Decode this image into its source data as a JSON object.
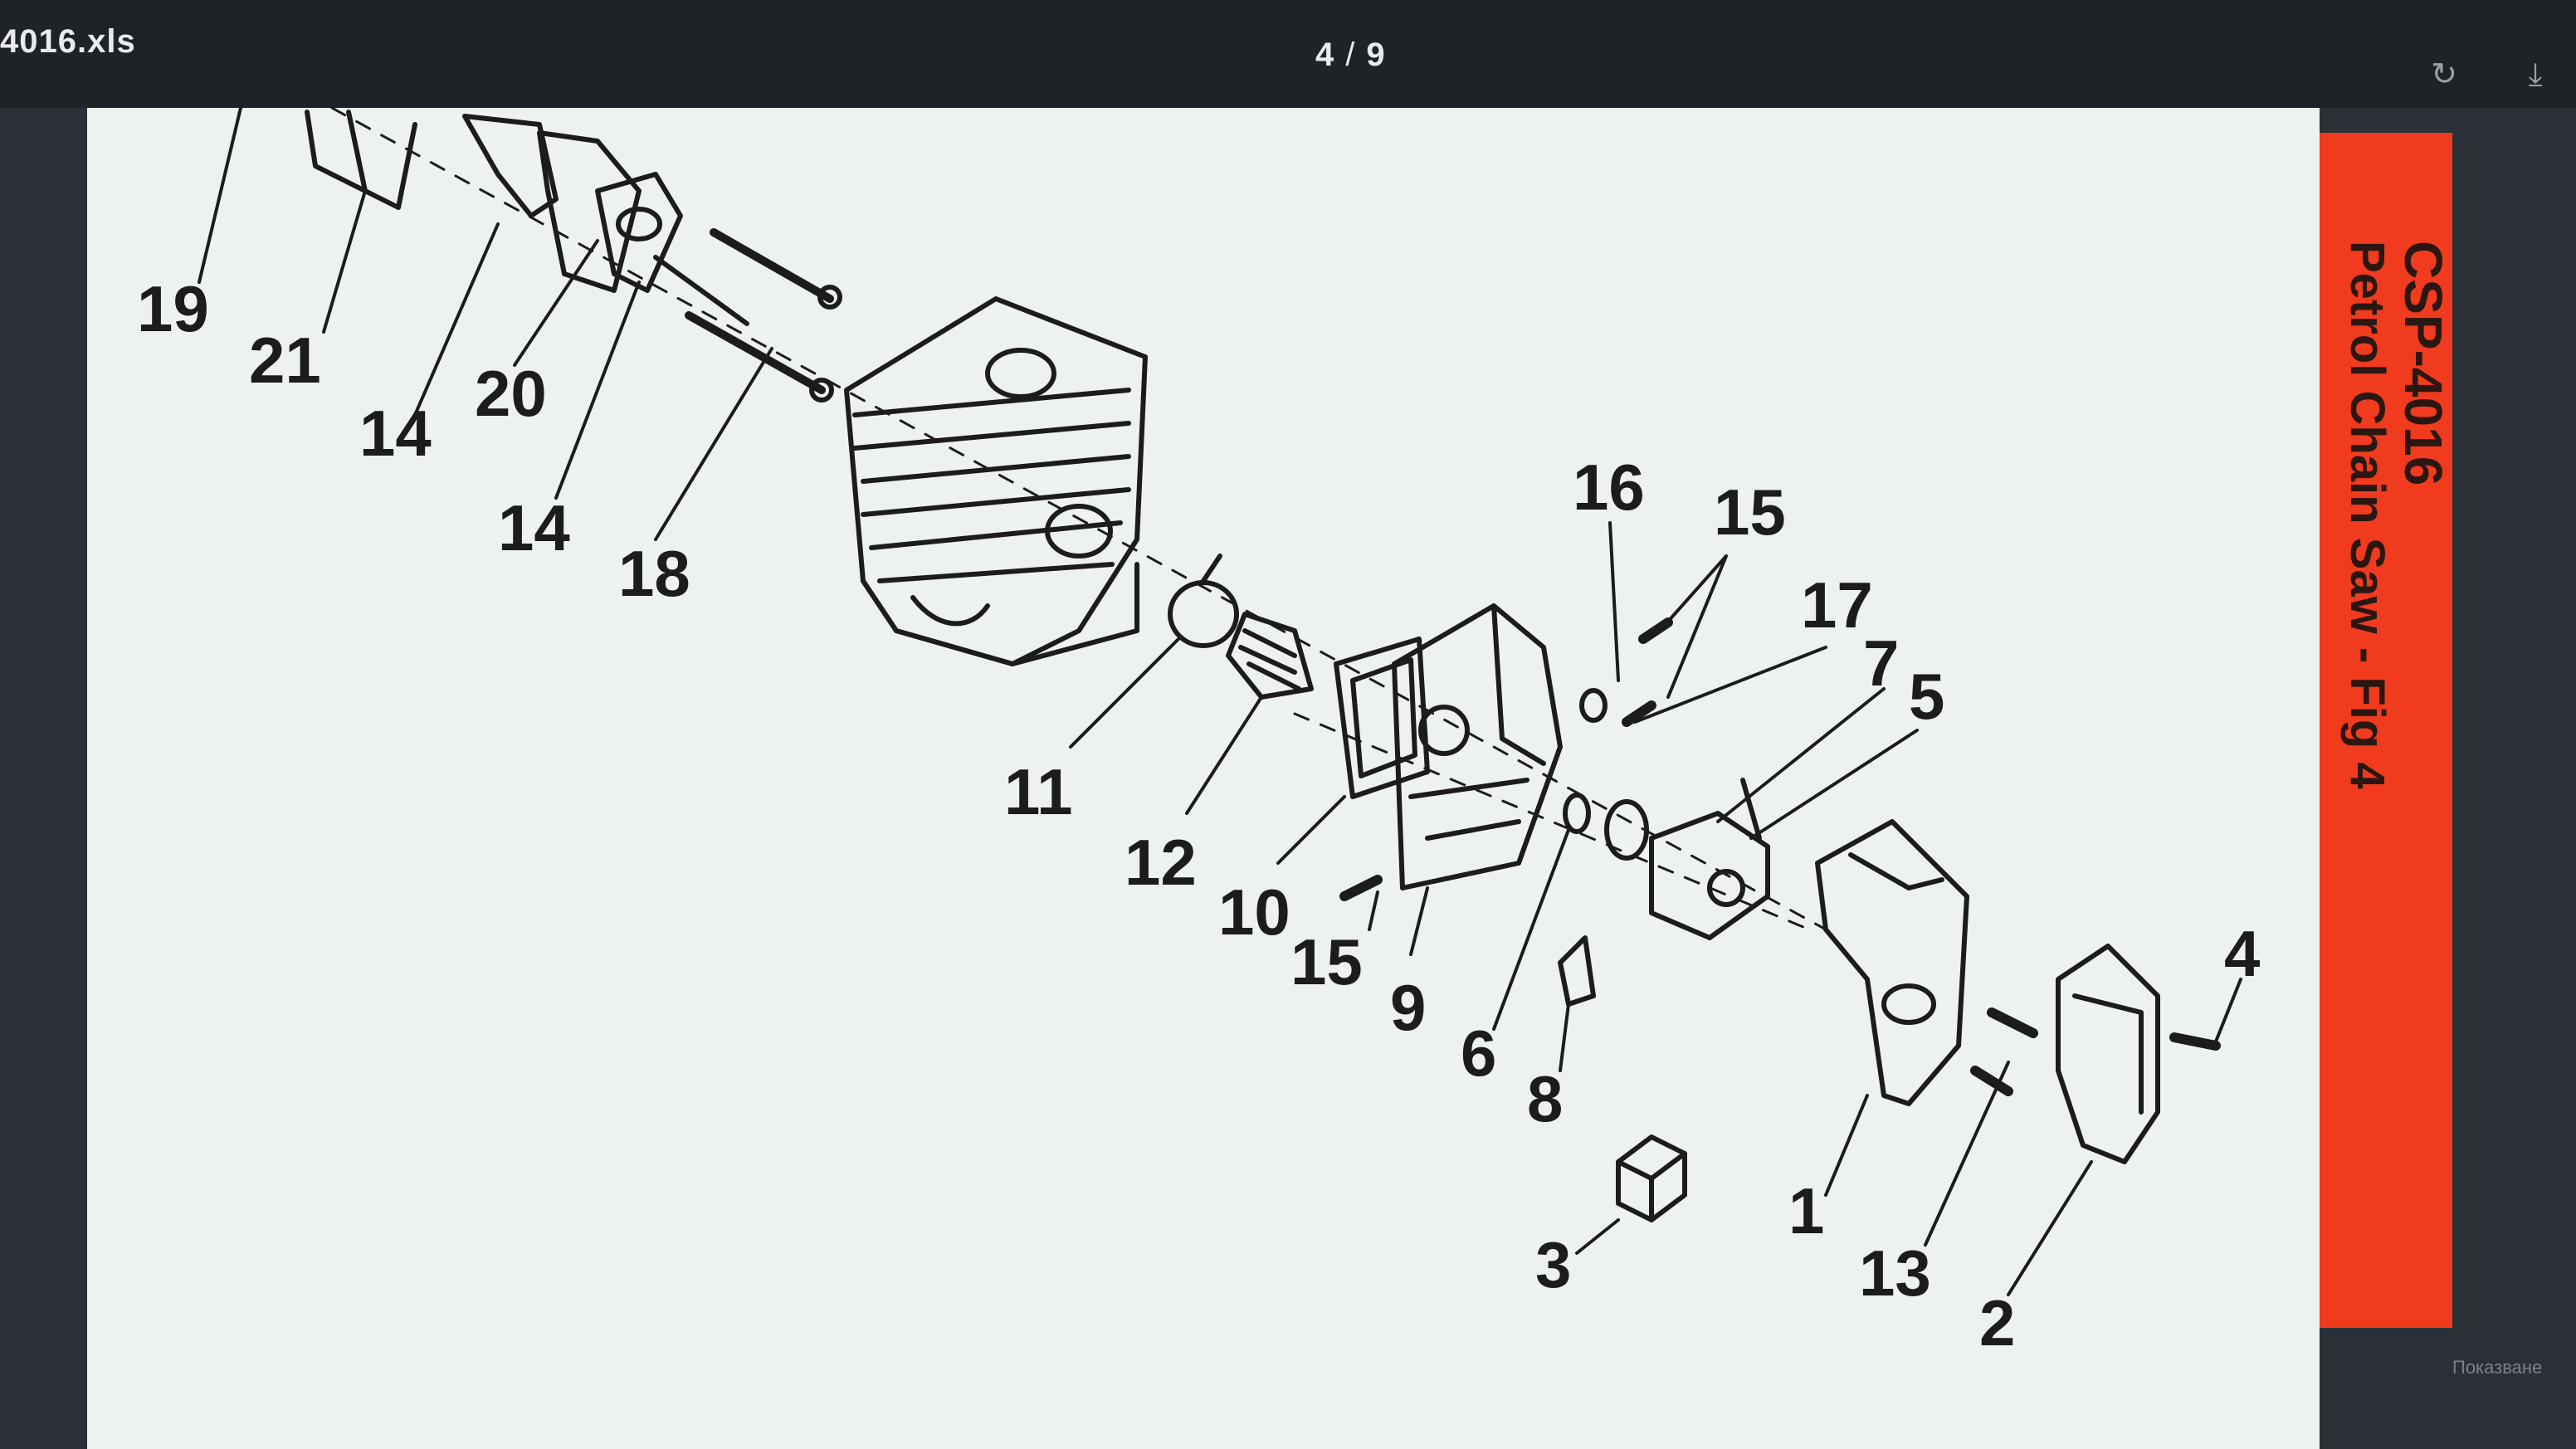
{
  "toolbar": {
    "filename": "4016.xls",
    "page_current": "4",
    "page_total": "9",
    "refresh_icon": "refresh-icon",
    "download_icon": "download-icon"
  },
  "banner": {
    "title": "CSP-4016",
    "subtitle": "Petrol Chain Saw - Fig 4",
    "color": "#f03b1e"
  },
  "corner_text": "Показване",
  "callouts": [
    "19",
    "21",
    "14",
    "20",
    "14",
    "18",
    "11",
    "12",
    "10",
    "15",
    "9",
    "6",
    "8",
    "16",
    "15",
    "17",
    "7",
    "5",
    "4",
    "1",
    "13",
    "2",
    "3"
  ]
}
